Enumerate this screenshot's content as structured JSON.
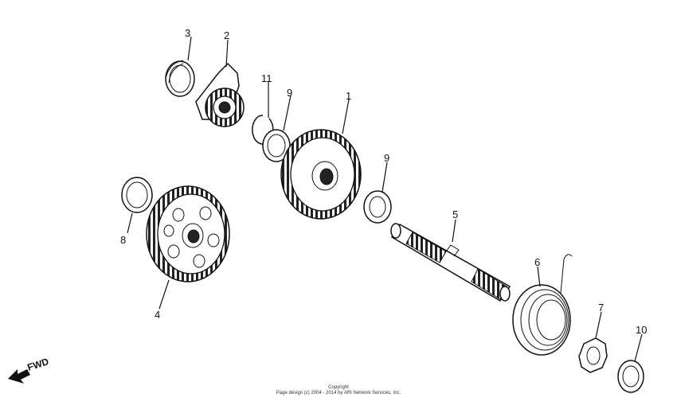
{
  "callouts": [
    {
      "id": "1",
      "label": "1"
    },
    {
      "id": "2",
      "label": "2"
    },
    {
      "id": "3",
      "label": "3"
    },
    {
      "id": "4",
      "label": "4"
    },
    {
      "id": "5",
      "label": "5"
    },
    {
      "id": "6",
      "label": "6"
    },
    {
      "id": "7",
      "label": "7"
    },
    {
      "id": "8",
      "label": "8"
    },
    {
      "id": "9a",
      "label": "9"
    },
    {
      "id": "9b",
      "label": "9"
    },
    {
      "id": "10",
      "label": "10"
    },
    {
      "id": "11",
      "label": "11"
    }
  ],
  "fwd_label": "FWD",
  "copyright": {
    "line1": "Copyright",
    "line2": "Page design (c) 2004 - 2014 by ARI Network Services, Inc."
  }
}
